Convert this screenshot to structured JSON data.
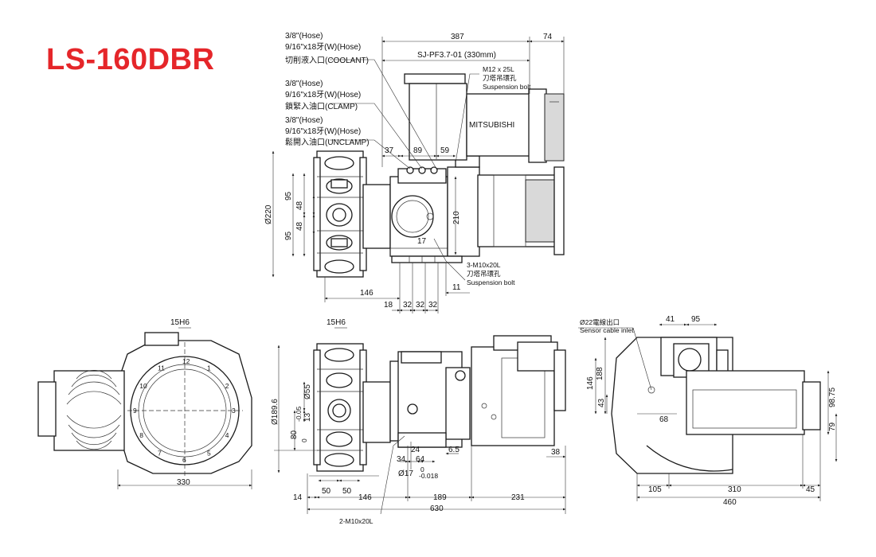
{
  "title": "LS-160DBR",
  "top_view": {
    "dims": {
      "d387": "387",
      "d74": "74",
      "sj": "SJ-PF3.7-01 (330mm)",
      "d37": "37",
      "d89": "89",
      "d59": "59",
      "d210": "210",
      "d17": "17",
      "d95a": "95",
      "d95b": "95",
      "d48a": "48",
      "d48b": "48",
      "d220": "Ø220",
      "d146": "146",
      "d18": "18",
      "d32a": "32",
      "d32b": "32",
      "d32c": "32",
      "d11": "11"
    },
    "labels": {
      "hose1": "3/8\"(Hose)",
      "thread1": "9/16\"x18牙(W)(Hose)",
      "coolant": "切削液入口(COOLANT)",
      "hose2": "3/8\"(Hose)",
      "thread2": "9/16\"x18牙(W)(Hose)",
      "clamp": "鎖緊入油口(CLAMP)",
      "hose3": "3/8\"(Hose)",
      "thread3": "9/16\"x18牙(W)(Hose)",
      "unclamp": "鬆開入油口(UNCLAMP)",
      "m12": "M12 x 25L",
      "m12_cn": "刀塔吊環孔",
      "m12_en": "Suspension bolt",
      "mitsubishi": "MITSUBISHI",
      "m10": "3-M10x20L",
      "m10_cn": "刀塔吊環孔",
      "m10_en": "Suspension bolt"
    }
  },
  "front_left": {
    "dims": {
      "h6": "15H6",
      "d330": "330"
    },
    "stations": [
      "1",
      "2",
      "3",
      "4",
      "5",
      "6",
      "7",
      "8",
      "9",
      "10",
      "11",
      "12"
    ]
  },
  "front_mid": {
    "dims": {
      "h6": "15H6",
      "d55": "Ø55",
      "d1896": "Ø189.6",
      "d13": "13",
      "d80": "80",
      "d80tol": "-0.05",
      "d80tol2": "0",
      "d24": "24",
      "d34": "34",
      "d64": "64",
      "d17": "Ø17",
      "d17tol": "0",
      "d17tol2": "-0.018",
      "d65": "6.5",
      "d38": "38",
      "d50a": "50",
      "d50b": "50",
      "d14": "14",
      "d146": "146",
      "d189": "189",
      "d231": "231",
      "d630": "630",
      "m10": "2-M10x20L"
    }
  },
  "right_view": {
    "dims": {
      "cable": "Ø22電線出口",
      "cable_en": "Sensor cable inlet",
      "d41": "41",
      "d95": "95",
      "d188": "188",
      "d146": "146",
      "d43": "43",
      "d68": "68",
      "d9875": "98.75",
      "d79": "79",
      "d105": "105",
      "d310": "310",
      "d45": "45",
      "d460": "460"
    }
  }
}
